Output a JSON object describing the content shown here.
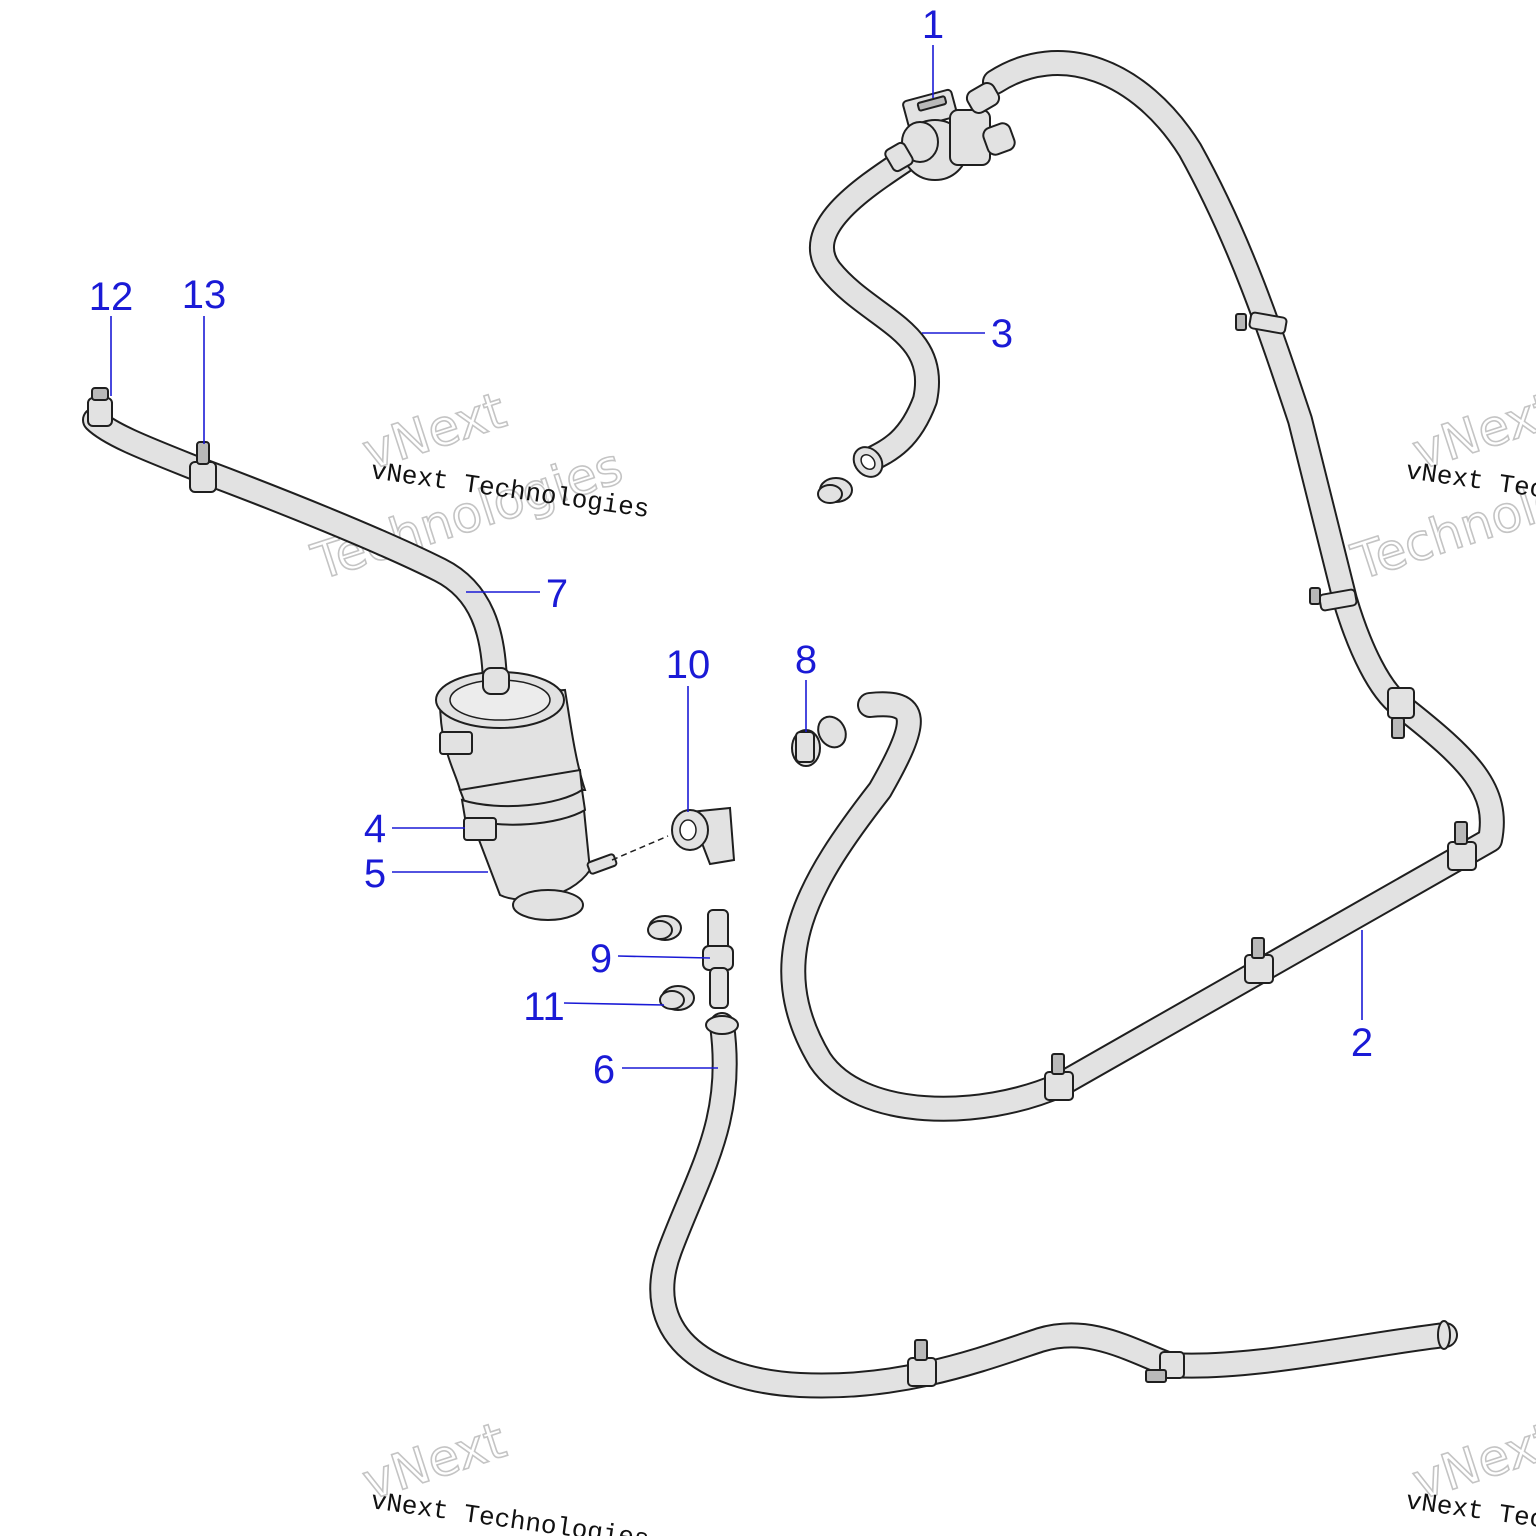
{
  "callouts": {
    "c1": "1",
    "c2": "2",
    "c3": "3",
    "c4": "4",
    "c5": "5",
    "c6": "6",
    "c7": "7",
    "c8": "8",
    "c9": "9",
    "c10": "10",
    "c11": "11",
    "c12": "12",
    "c13": "13"
  },
  "watermark": {
    "company": "vNext Technologies",
    "word1": "vNext",
    "word2": "Technologies"
  },
  "colors": {
    "callout": "#1a1ad6",
    "line": "#1f1f1f",
    "part_fill": "#e2e2e2"
  }
}
